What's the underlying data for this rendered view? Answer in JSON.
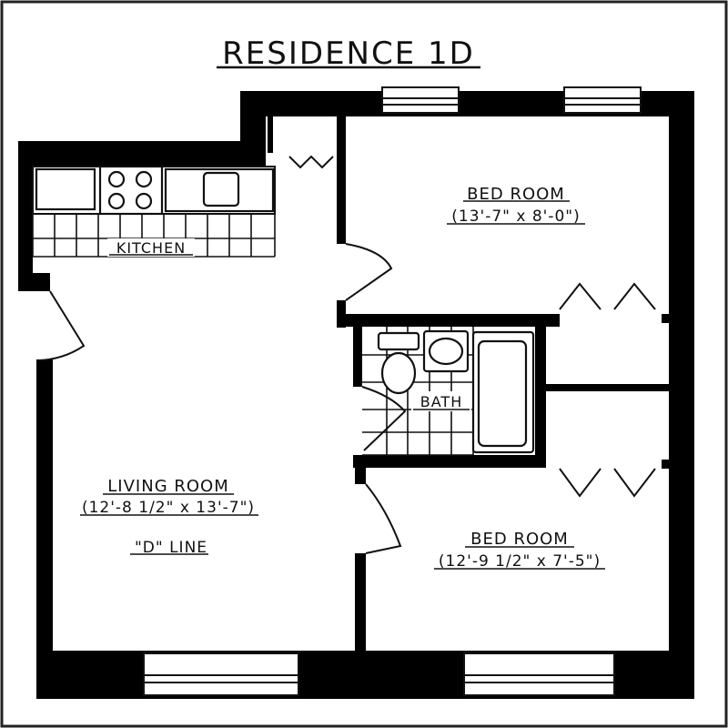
{
  "title": "RESIDENCE 1D",
  "rooms": {
    "kitchen": {
      "name": "KITCHEN"
    },
    "bedroom_upper": {
      "name": "BED ROOM",
      "dims": "(13'-7\" x 8'-0\")"
    },
    "bath": {
      "name": "BATH"
    },
    "living": {
      "name": "LIVING ROOM",
      "dims": "(12'-8 1/2\" x 13'-7\")",
      "line": "\"D\" LINE"
    },
    "bedroom_lower": {
      "name": "BED ROOM",
      "dims": "(12'-9 1/2\" x 7'-5\")"
    }
  },
  "colors": {
    "ink": "#000000",
    "paper": "#ffffff"
  }
}
